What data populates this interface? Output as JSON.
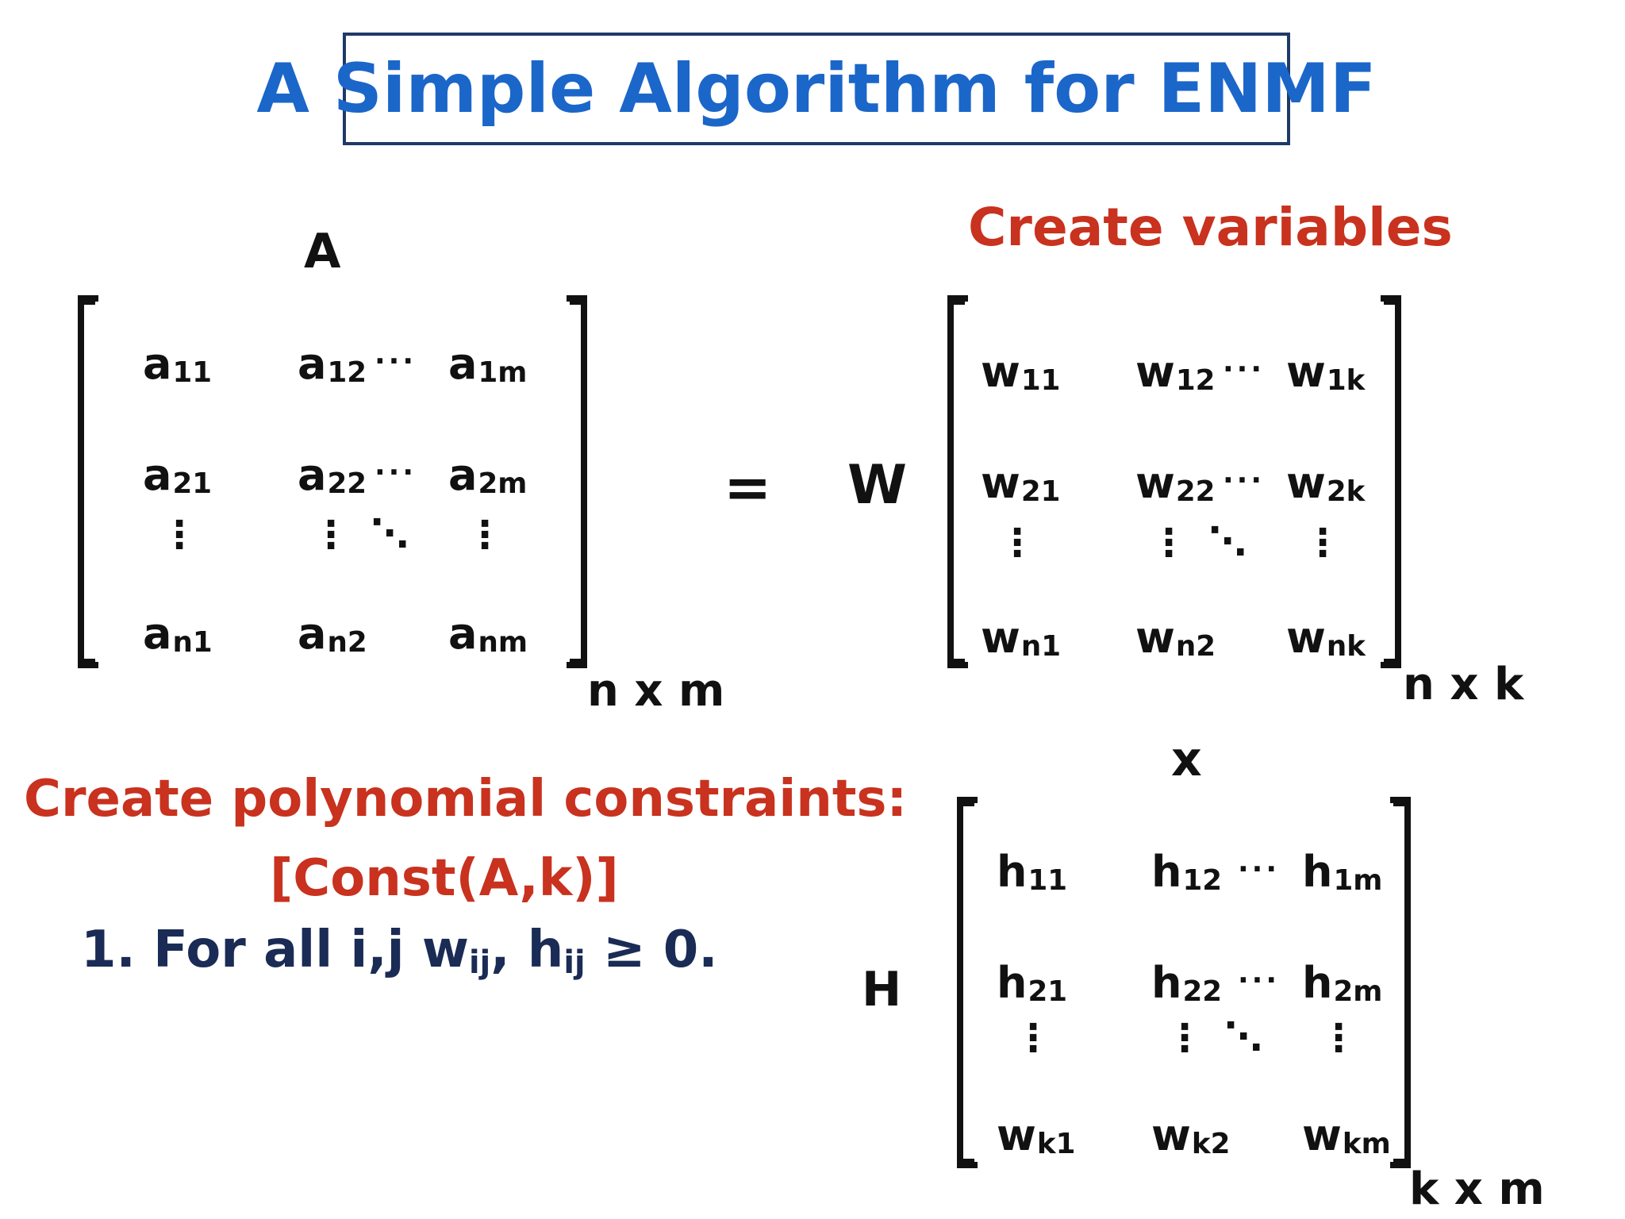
{
  "title": "A Simple Algorithm for ENMF",
  "headings": {
    "create_variables": "Create variables",
    "create_constraints": "Create polynomial constraints:",
    "const_call": "[Const(A,k)]"
  },
  "constraint_1": {
    "prefix": "1. For all i,j ",
    "w": "w",
    "w_sub": "ij",
    "sep": ", ",
    "h": "h",
    "h_sub": "ij",
    "suffix": " ≥ 0."
  },
  "equals": "=",
  "times": "x",
  "matrices": {
    "A": {
      "label": "A",
      "dims": "n x m",
      "cells": [
        {
          "base": "a",
          "sub": "11"
        },
        {
          "base": "a",
          "sub": "12"
        },
        {
          "base": "a",
          "sub": "1m"
        },
        {
          "base": "a",
          "sub": "21"
        },
        {
          "base": "a",
          "sub": "22"
        },
        {
          "base": "a",
          "sub": "2m"
        },
        {
          "base": "a",
          "sub": "n1"
        },
        {
          "base": "a",
          "sub": "n2"
        },
        {
          "base": "a",
          "sub": "nm"
        }
      ]
    },
    "W": {
      "label": "W",
      "dims": "n x k",
      "cells": [
        {
          "base": "w",
          "sub": "11"
        },
        {
          "base": "w",
          "sub": "12"
        },
        {
          "base": "w",
          "sub": "1k"
        },
        {
          "base": "w",
          "sub": "21"
        },
        {
          "base": "w",
          "sub": "22"
        },
        {
          "base": "w",
          "sub": "2k"
        },
        {
          "base": "w",
          "sub": "n1"
        },
        {
          "base": "w",
          "sub": "n2"
        },
        {
          "base": "w",
          "sub": "nk"
        }
      ]
    },
    "H": {
      "label": "H",
      "dims": "k x m",
      "cells": [
        {
          "base": "h",
          "sub": "11"
        },
        {
          "base": "h",
          "sub": "12"
        },
        {
          "base": "h",
          "sub": "1m"
        },
        {
          "base": "h",
          "sub": "21"
        },
        {
          "base": "h",
          "sub": "22"
        },
        {
          "base": "h",
          "sub": "2m"
        },
        {
          "base": "w",
          "sub": "k1"
        },
        {
          "base": "w",
          "sub": "k2"
        },
        {
          "base": "w",
          "sub": "km"
        }
      ]
    }
  },
  "symbols": {
    "hdots": "···",
    "vdots": "⋮",
    "ddots": "⋱"
  },
  "colors": {
    "title": "#1b66c9",
    "title_border": "#1f3a68",
    "heading_red": "#c8321e",
    "constraint_navy": "#1a2b55"
  }
}
